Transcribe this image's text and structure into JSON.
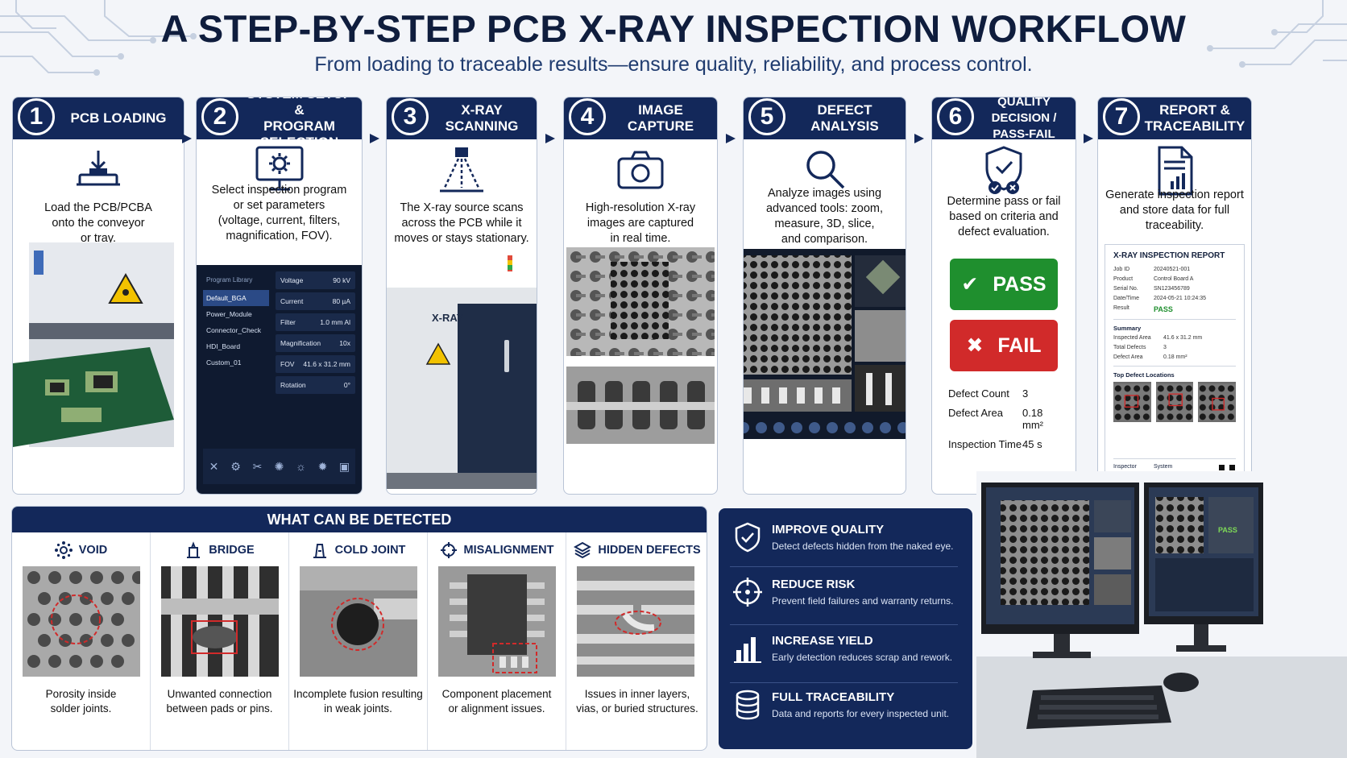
{
  "header": {
    "title": "A STEP-BY-STEP PCB X-RAY INSPECTION WORKFLOW",
    "subtitle": "From loading to traceable results—ensure quality, reliability, and process control."
  },
  "steps": [
    {
      "num": "1",
      "title": "PCB LOADING",
      "icon": "pcb-tray-icon",
      "desc": "Load the PCB/PCBA\nonto the conveyor\nor tray."
    },
    {
      "num": "2",
      "title": "SYSTEM SETUP &\nPROGRAM SELECTION",
      "icon": "monitor-gear-icon",
      "desc": "Select inspection program\nor set parameters\n(voltage, current, filters,\nmagnification, FOV)."
    },
    {
      "num": "3",
      "title": "X-RAY SCANNING",
      "icon": "xray-source-icon",
      "desc": "The X-ray source scans\nacross the PCB while it\nmoves or stays stationary."
    },
    {
      "num": "4",
      "title": "IMAGE CAPTURE",
      "icon": "camera-icon",
      "desc": "High-resolution X-ray\nimages are captured\nin real time."
    },
    {
      "num": "5",
      "title": "DEFECT ANALYSIS",
      "icon": "magnifier-icon",
      "desc": "Analyze images using\nadvanced tools: zoom,\nmeasure, 3D, slice,\nand comparison."
    },
    {
      "num": "6",
      "title": "QUALITY DECISION /\nPASS-FAIL",
      "icon": "shield-check-icon",
      "desc": "Determine pass or fail\nbased on criteria and\ndefect evaluation."
    },
    {
      "num": "7",
      "title": "REPORT &\nTRACEABILITY",
      "icon": "report-doc-icon",
      "desc": "Generate inspection report\nand store data for full\ntraceability."
    }
  ],
  "program_panel": {
    "library_label": "Program Library",
    "programs": [
      "Default_BGA",
      "Power_Module",
      "Connector_Check",
      "HDI_Board",
      "Custom_01"
    ],
    "selected_index": 0,
    "params": [
      {
        "label": "Voltage",
        "value": "90 kV"
      },
      {
        "label": "Current",
        "value": "80 µA"
      },
      {
        "label": "Filter",
        "value": "1.0 mm Al"
      },
      {
        "label": "Magnification",
        "value": "10x"
      },
      {
        "label": "FOV",
        "value": "41.6 x 31.2 mm"
      },
      {
        "label": "Rotation",
        "value": "0°"
      }
    ]
  },
  "machine_label": "X-RAY",
  "decision": {
    "pass_label": "PASS",
    "fail_label": "FAIL",
    "stats": [
      {
        "label": "Defect Count",
        "value": "3"
      },
      {
        "label": "Defect Area",
        "value": "0.18 mm²"
      },
      {
        "label": "Inspection Time",
        "value": "45 s"
      }
    ]
  },
  "report": {
    "title": "X-RAY INSPECTION REPORT",
    "fields": [
      {
        "k": "Job ID",
        "v": "20240521-001"
      },
      {
        "k": "Product",
        "v": "Control Board A"
      },
      {
        "k": "Serial No.",
        "v": "SN123456789"
      },
      {
        "k": "Date/Time",
        "v": "2024-05-21 10:24:35"
      },
      {
        "k": "Result",
        "v": "PASS"
      }
    ],
    "summary_label": "Summary",
    "summary": [
      {
        "k": "Inspected Area",
        "v": "41.6 x 31.2 mm"
      },
      {
        "k": "Total Defects",
        "v": "3"
      },
      {
        "k": "Defect Area",
        "v": "0.18 mm²"
      }
    ],
    "top_defects_label": "Top Defect Locations",
    "inspector_label": "Inspector",
    "inspector_value": "System"
  },
  "detected": {
    "title": "WHAT CAN BE DETECTED",
    "items": [
      {
        "name": "VOID",
        "icon": "void-icon",
        "desc": "Porosity inside\nsolder joints."
      },
      {
        "name": "BRIDGE",
        "icon": "bridge-icon",
        "desc": "Unwanted connection\nbetween pads or pins."
      },
      {
        "name": "COLD JOINT",
        "icon": "cold-joint-icon",
        "desc": "Incomplete fusion resulting\nin weak joints."
      },
      {
        "name": "MISALIGNMENT",
        "icon": "crosshair-icon",
        "desc": "Component placement\nor alignment issues."
      },
      {
        "name": "HIDDEN DEFECTS",
        "icon": "layers-icon",
        "desc": "Issues in inner layers,\nvias, or buried structures."
      }
    ]
  },
  "benefits": [
    {
      "title": "IMPROVE QUALITY",
      "desc": "Detect defects hidden from the naked eye.",
      "icon": "shield-check-icon"
    },
    {
      "title": "REDUCE RISK",
      "desc": "Prevent field failures and warranty returns.",
      "icon": "target-icon"
    },
    {
      "title": "INCREASE YIELD",
      "desc": "Early detection reduces scrap and rework.",
      "icon": "bar-chart-icon"
    },
    {
      "title": "FULL TRACEABILITY",
      "desc": "Data and reports for every inspected unit.",
      "icon": "database-icon"
    }
  ],
  "monitor_pass_label": "PASS",
  "colors": {
    "navy": "#13285a",
    "pass": "#1f8f2e",
    "fail": "#d12a2a",
    "defect_marker": "#d12a2a"
  }
}
